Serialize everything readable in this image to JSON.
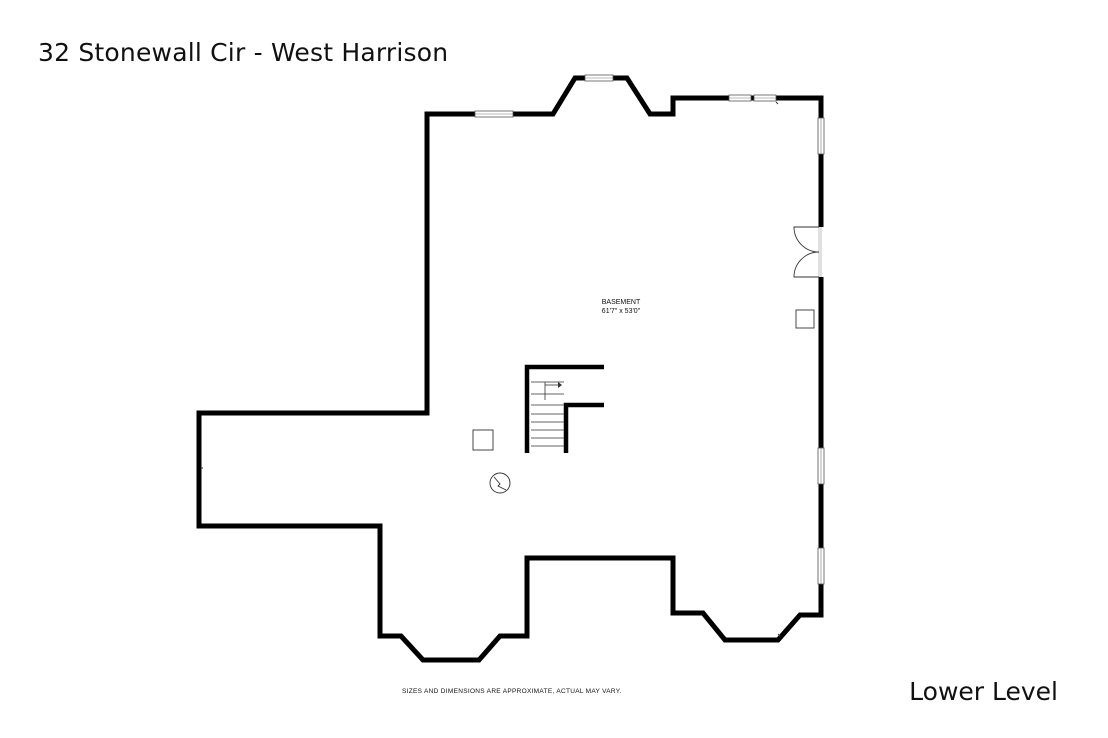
{
  "header": {
    "title": "32 Stonewall Cir - West Harrison"
  },
  "floor": {
    "level_label": "Lower Level",
    "rooms": [
      {
        "name": "BASEMENT",
        "dimensions": "61'7\" x 53'0\""
      }
    ]
  },
  "footer": {
    "disclaimer": "SIZES AND DIMENSIONS ARE APPROXIMATE, ACTUAL MAY VARY."
  }
}
